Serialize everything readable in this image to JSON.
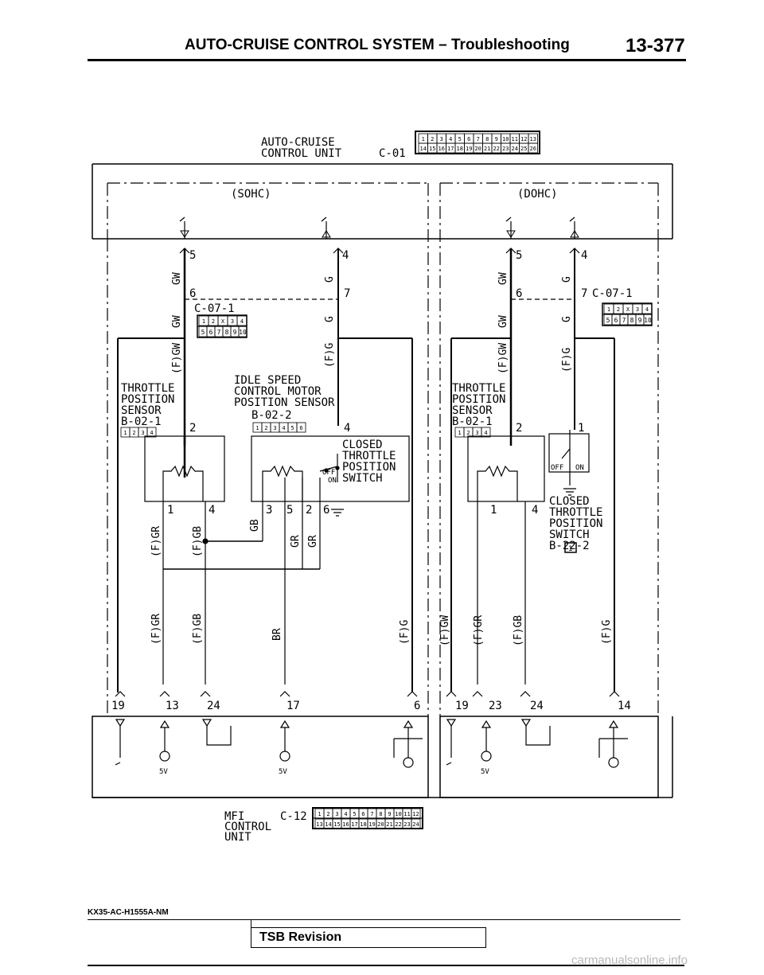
{
  "header": {
    "title": "AUTO-CRUISE CONTROL SYSTEM – Troubleshooting",
    "page_number": "13-377"
  },
  "diagram": {
    "cruise_unit": {
      "line1": "AUTO-CRUISE",
      "line2": "CONTROL UNIT",
      "connector": "C-01",
      "pins_top": [
        "1",
        "2",
        "3",
        "4",
        "5",
        "6",
        "7",
        "8",
        "9",
        "10",
        "11",
        "12",
        "13"
      ],
      "pins_bottom": [
        "14",
        "15",
        "16",
        "17",
        "18",
        "19",
        "20",
        "21",
        "22",
        "23",
        "24",
        "25",
        "26"
      ]
    },
    "sohc": {
      "label": "(SOHC)",
      "cruise_pins": [
        "5",
        "4"
      ],
      "junction_pins": [
        "6",
        "7"
      ],
      "junction_connector": "C-07-1",
      "junction_pins_top": [
        "1",
        "2",
        "X",
        "3",
        "4"
      ],
      "junction_pins_bottom": [
        "5",
        "6",
        "7",
        "8",
        "9",
        "10"
      ],
      "wires": {
        "w1": "GW",
        "w2": "G",
        "w3": "GW",
        "w4": "G",
        "w5": "(F)GW",
        "w6": "(F)G",
        "w7": "(F)GR",
        "w8": "(F)GB",
        "w9": "GB",
        "w10": "GR",
        "w11": "GR",
        "w12": "(F)GR",
        "w13": "(F)GB",
        "w14": "BR",
        "w15": "(F)G"
      },
      "tps": {
        "l1": "THROTTLE",
        "l2": "POSITION",
        "l3": "SENSOR",
        "conn": "B-02-1",
        "pins": "1234",
        "p2": "2",
        "p1": "1",
        "p4": "4"
      },
      "isc": {
        "l1": "IDLE SPEED",
        "l2": "CONTROL MOTOR",
        "l3": "POSITION SENSOR",
        "conn": "B-02-2",
        "pins": "123456",
        "p4": "4",
        "p3": "3",
        "p5": "5",
        "p2": "2",
        "p6": "6"
      },
      "cts": {
        "l1": "CLOSED",
        "l2": "THROTTLE",
        "l3": "POSITION",
        "l4": "SWITCH",
        "off": "OFF",
        "on": "ON"
      },
      "mfi_pins": [
        "19",
        "13",
        "24",
        "17",
        "6"
      ],
      "volt_a": "5V",
      "volt_b": "5V"
    },
    "dohc": {
      "label": "(DOHC)",
      "cruise_pins": [
        "5",
        "4"
      ],
      "junction_pins": [
        "6",
        "7"
      ],
      "junction_connector": "C-07-1",
      "junction_pins_top": [
        "1",
        "2",
        "X",
        "3",
        "4"
      ],
      "junction_pins_bottom": [
        "5",
        "6",
        "7",
        "8",
        "9",
        "10"
      ],
      "wires": {
        "w1": "GW",
        "w2": "G",
        "w3": "GW",
        "w4": "G",
        "w5": "(F)GW",
        "w6": "(F)G",
        "w7": "(F)GW",
        "w8": "(F)GR",
        "w9": "(F)GB",
        "w10": "(F)G"
      },
      "tps": {
        "l1": "THROTTLE",
        "l2": "POSITION",
        "l3": "SENSOR",
        "conn": "B-02-1",
        "pins": "1234",
        "p2": "2",
        "p1": "1",
        "p4": "4"
      },
      "cts": {
        "l1": "CLOSED",
        "l2": "THROTTLE",
        "l3": "POSITION",
        "l4": "SWITCH",
        "conn": "B-22-2",
        "pin": "1",
        "box": "1",
        "off": "OFF",
        "on": "ON"
      },
      "mfi_pins": [
        "19",
        "23",
        "24",
        "14"
      ],
      "volt": "5V"
    },
    "mfi_unit": {
      "line1": "MFI",
      "line2": "CONTROL",
      "line3": "UNIT",
      "connector": "C-12",
      "pins_top": [
        "1",
        "2",
        "3",
        "4",
        "5",
        "6",
        "7",
        "8",
        "9",
        "10",
        "11",
        "12"
      ],
      "pins_bottom": [
        "13",
        "14",
        "15",
        "16",
        "17",
        "18",
        "19",
        "20",
        "21",
        "22",
        "23",
        "24"
      ]
    }
  },
  "footer": {
    "code": "KX35-AC-H1555A-NM",
    "tsb": "TSB Revision",
    "watermark": "carmanualsonline.info"
  }
}
